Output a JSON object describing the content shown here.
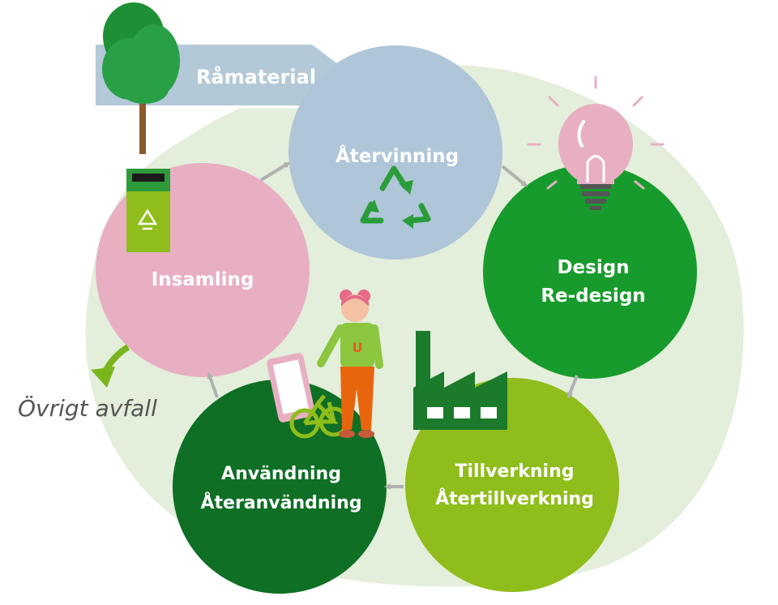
{
  "raw_material": {
    "label": "Råmaterial"
  },
  "stages": {
    "recycling": {
      "label": "Återvinning"
    },
    "design": {
      "line1": "Design",
      "line2": "Re-design"
    },
    "manufacturing": {
      "line1": "Tillverkning",
      "line2": "Återtillverkning"
    },
    "use": {
      "line1": "Användning",
      "line2": "Återanvändning"
    },
    "collection": {
      "label": "Insamling"
    }
  },
  "other_waste": {
    "label": "Övrigt avfall"
  },
  "person": {
    "shirt_letter": "U"
  },
  "colors": {
    "background_blob": "#e3eedb",
    "recycling": "#afc6d8",
    "design": "#179b2c",
    "manufacturing": "#8fbd1b",
    "use": "#0e6f25",
    "collection": "#e8afc3",
    "raw_banner": "#b4c9d8",
    "arrow": "#b0b0b0",
    "waste_arrow": "#7ab51d"
  },
  "icons": [
    "tree-icon",
    "recycle-icon",
    "lightbulb-icon",
    "factory-icon",
    "recycling-bin-icon",
    "person-icon",
    "phone-icon",
    "bicycle-icon"
  ]
}
